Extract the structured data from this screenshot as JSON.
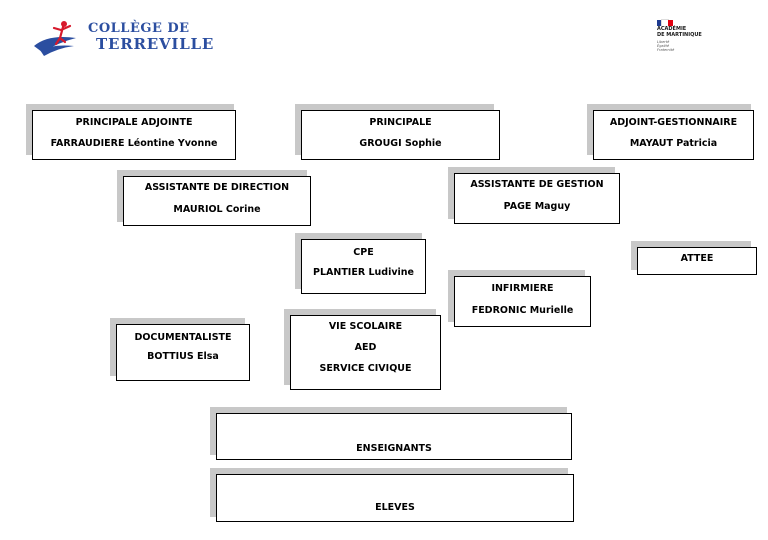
{
  "logos": {
    "college_line1": "COLLÈGE DE",
    "college_line2": "TERREVILLE",
    "academie_line1": "ACADÉMIE",
    "academie_line2": "DE MARTINIQUE",
    "motto": [
      "Liberté",
      "Égalité",
      "Fraternité"
    ],
    "flag_colors": [
      "#1d3a8f",
      "#ffffff",
      "#e1000f"
    ],
    "brand_blue": "#2b4ea0",
    "logo_red": "#d7192c"
  },
  "boxes": {
    "principale_adjointe": {
      "title": "PRINCIPALE ADJOINTE",
      "name": "FARRAUDIERE Léontine Yvonne"
    },
    "principale": {
      "title": "PRINCIPALE",
      "name": "GROUGI Sophie"
    },
    "adjoint_gestionnaire": {
      "title": "ADJOINT-GESTIONNAIRE",
      "name": "MAYAUT Patricia"
    },
    "assistante_direction": {
      "title": "ASSISTANTE DE DIRECTION",
      "name": "MAURIOL Corine"
    },
    "assistante_gestion": {
      "title": "ASSISTANTE DE GESTION",
      "name": "PAGE Maguy"
    },
    "cpe": {
      "title": "CPE",
      "name": "PLANTIER Ludivine"
    },
    "attee": {
      "title": "ATTEE"
    },
    "infirmiere": {
      "title": "INFIRMIERE",
      "name": "FEDRONIC Murielle"
    },
    "documentaliste": {
      "title": "DOCUMENTALISTE",
      "name": "BOTTIUS Elsa"
    },
    "vie_scolaire": {
      "line1": "VIE SCOLAIRE",
      "line2": "AED",
      "line3": "SERVICE CIVIQUE"
    },
    "enseignants": {
      "title": "ENSEIGNANTS"
    },
    "eleves": {
      "title": "ELEVES"
    }
  }
}
